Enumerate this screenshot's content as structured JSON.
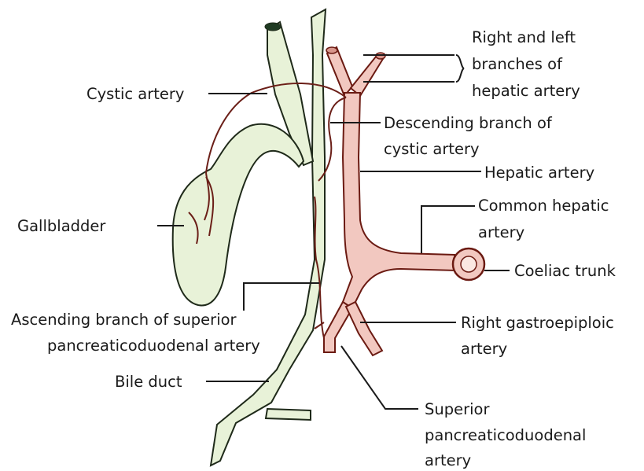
{
  "colors": {
    "background": "#ffffff",
    "bile_fill": "#e8f2d8",
    "bile_outline": "#1f2a1a",
    "artery_fill": "#f2c8c0",
    "artery_outline": "#6b1a12",
    "cystic_artery": "#6b1f18",
    "leader_line": "#1a1a1a"
  },
  "labels": {
    "right_left_branches": [
      "Right and left",
      "branches of",
      "hepatic artery"
    ],
    "cystic_artery": "Cystic artery",
    "descending_branch": [
      "Descending branch of",
      "cystic artery"
    ],
    "hepatic_artery": "Hepatic artery",
    "common_hepatic": [
      "Common hepatic",
      "artery"
    ],
    "gallbladder": "Gallbladder",
    "coeliac_trunk": "Coeliac trunk",
    "ascending_branch": [
      "Ascending branch of superior",
      "pancreaticoduodenal artery"
    ],
    "right_gastroepiploic": [
      "Right gastroepiploic",
      "artery"
    ],
    "bile_duct": "Bile duct",
    "superior_pancreaticoduodenal": [
      "Superior",
      "pancreaticoduodenal",
      "artery"
    ]
  }
}
